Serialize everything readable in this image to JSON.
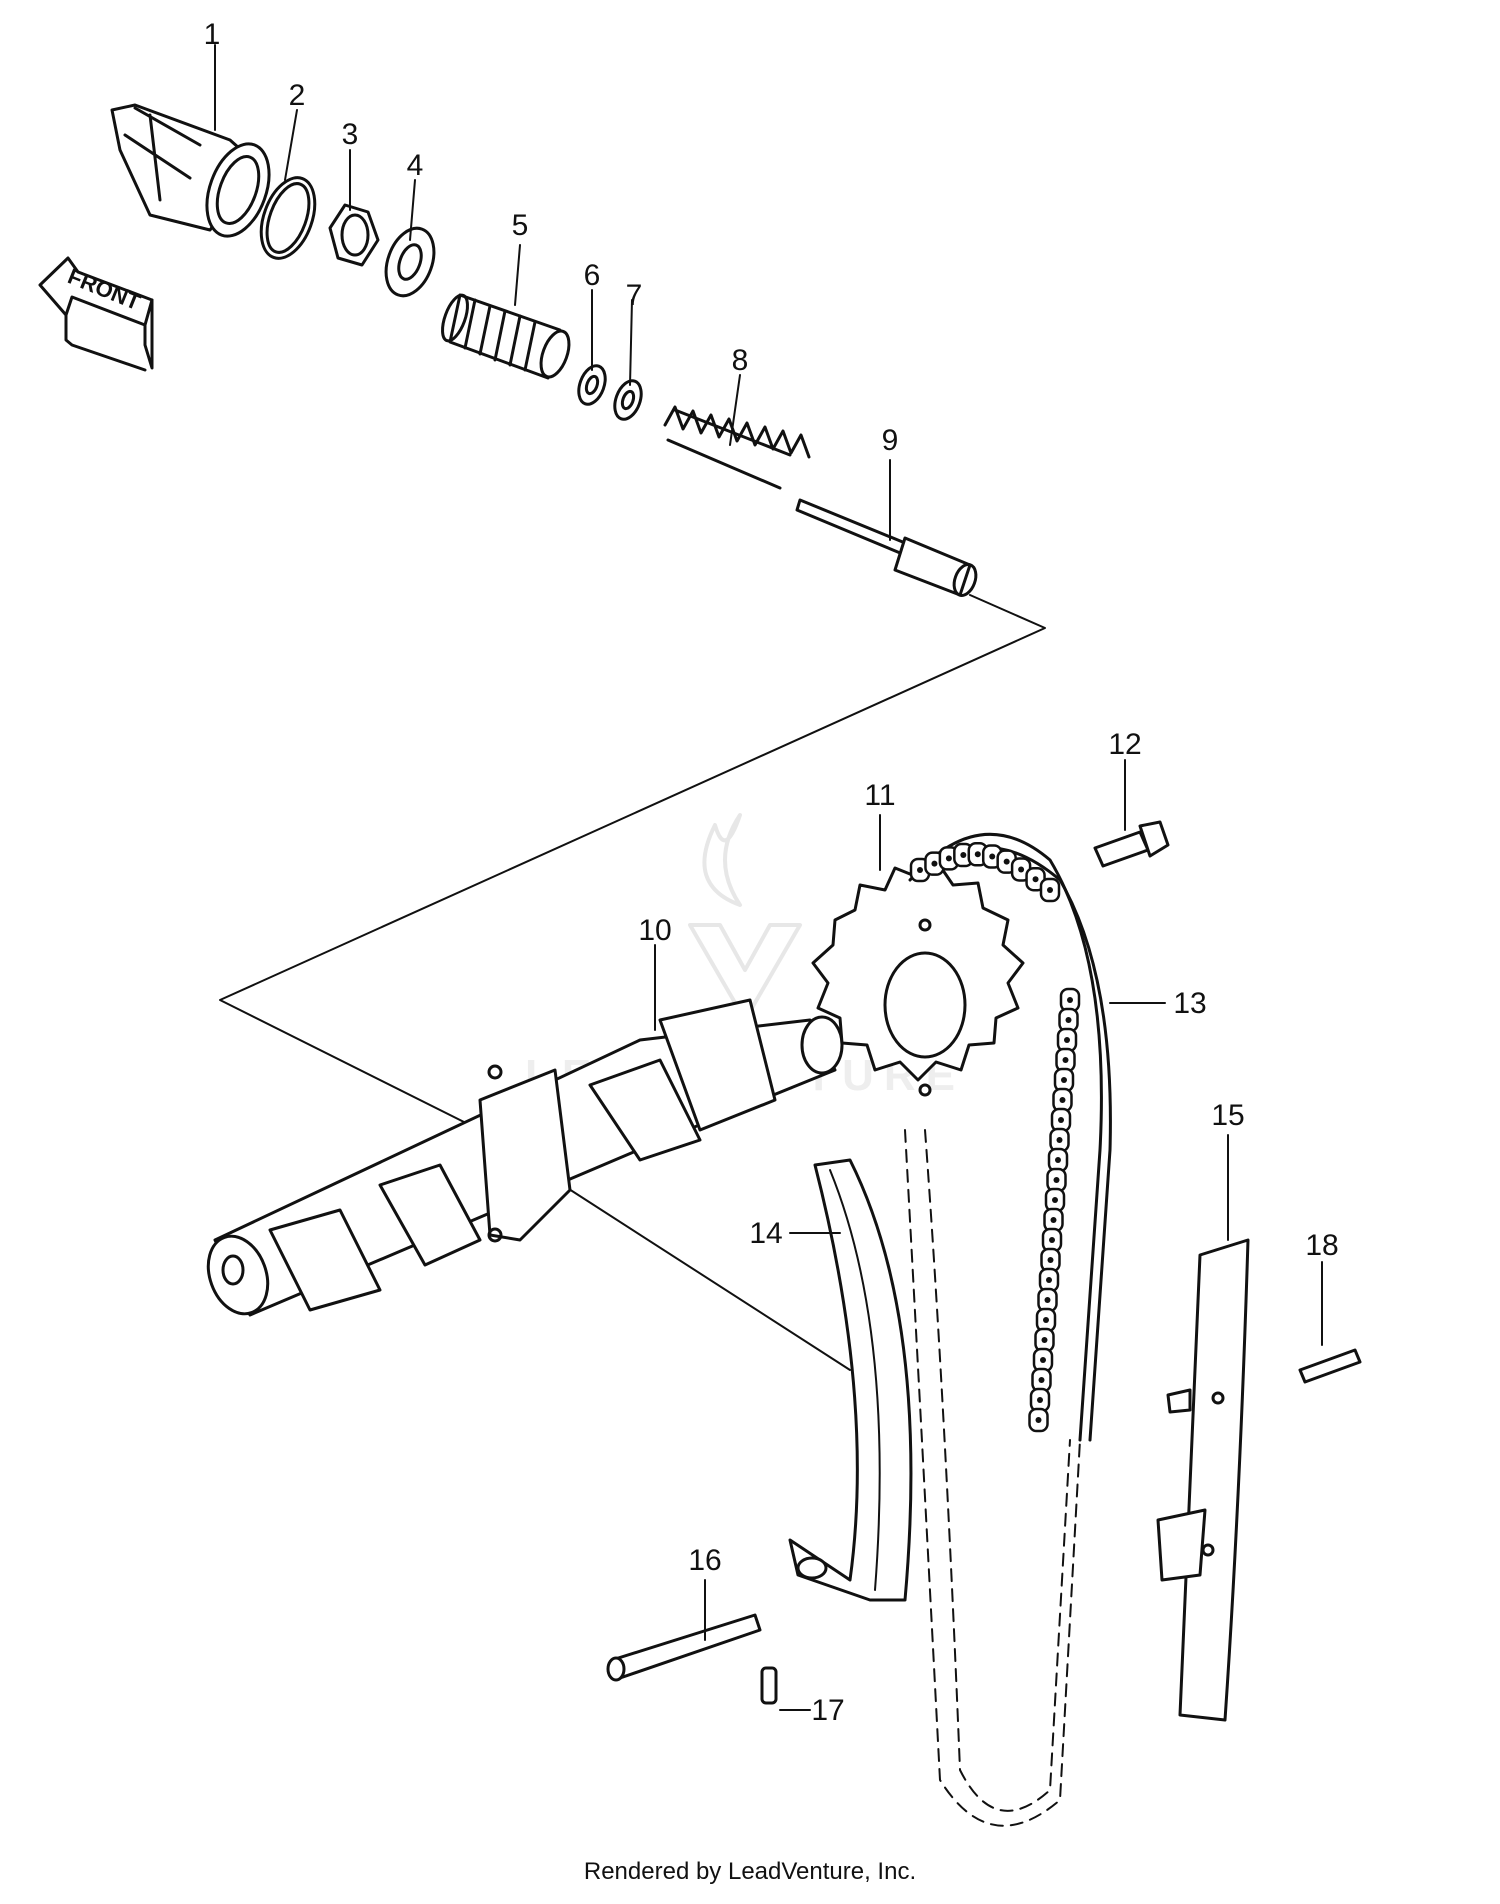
{
  "diagram": {
    "front_marker": "FRONT",
    "callouts": [
      "1",
      "2",
      "3",
      "4",
      "5",
      "6",
      "7",
      "8",
      "9",
      "10",
      "11",
      "12",
      "13",
      "14",
      "15",
      "16",
      "17",
      "18"
    ]
  },
  "watermark": {
    "text": "LEADVENTURE"
  },
  "footer": {
    "text": "Rendered by LeadVenture, Inc."
  }
}
